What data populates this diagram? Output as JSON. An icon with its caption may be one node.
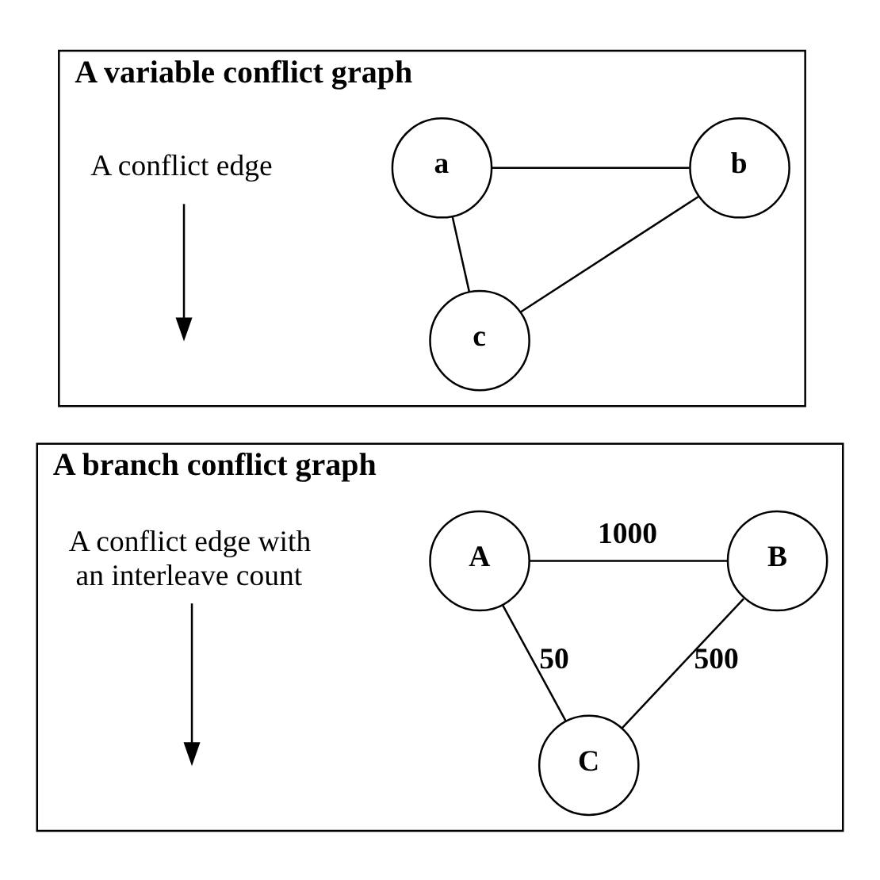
{
  "diagram": {
    "nodes": [
      {
        "text": [
          "A variable conflict graph"
        ]
      },
      {
        "text": [
          "a"
        ],
        "in": 0
      },
      {
        "text": [
          "b"
        ],
        "in": 0
      },
      {
        "text": [
          "c"
        ],
        "in": 0
      },
      {
        "text": [
          "A conflict edge"
        ],
        "in": 0
      },
      {
        "text": [
          "A branch conflict graph"
        ]
      },
      {
        "text": [
          "A"
        ],
        "in": 5
      },
      {
        "text": [
          "B"
        ],
        "in": 5
      },
      {
        "text": [
          "C"
        ],
        "in": 5
      },
      {
        "text": [
          "A conflict edge with an interleave count"
        ],
        "in": 5
      }
    ],
    "edges": [
      {
        "from": 1,
        "to": 2,
        "arrow": "none"
      },
      {
        "from": 1,
        "to": 3,
        "arrow": "none"
      },
      {
        "from": 2,
        "to": 3,
        "arrow": "none"
      },
      {
        "from": 4,
        "to": null,
        "arrow": "to"
      },
      {
        "from": 6,
        "to": 7,
        "arrow": "none",
        "label": "1000"
      },
      {
        "from": 6,
        "to": 8,
        "arrow": "none",
        "label": "50"
      },
      {
        "from": 7,
        "to": 8,
        "arrow": "none",
        "label": "500"
      },
      {
        "from": 9,
        "to": null,
        "arrow": "to"
      }
    ]
  }
}
